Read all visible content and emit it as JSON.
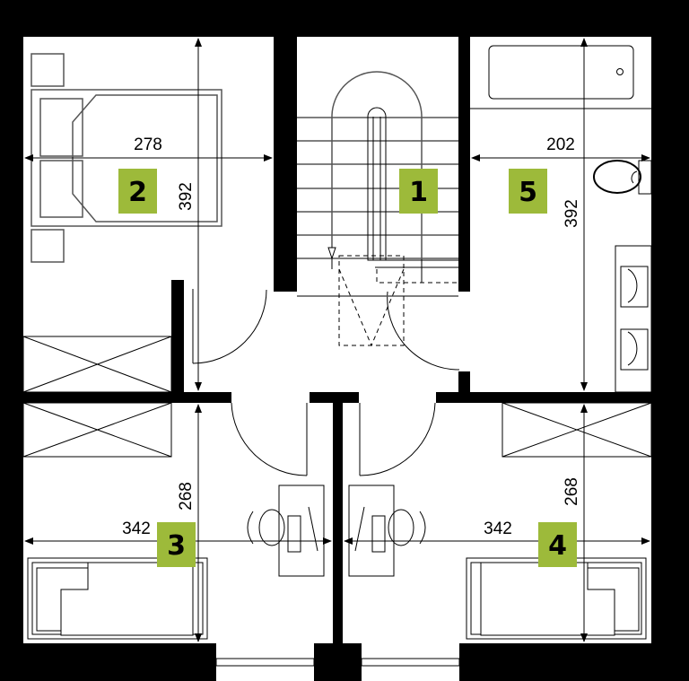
{
  "rooms": [
    {
      "number": "1"
    },
    {
      "number": "2"
    },
    {
      "number": "3"
    },
    {
      "number": "4"
    },
    {
      "number": "5"
    }
  ],
  "dimensions": {
    "room2_width": "278",
    "room2_length": "392",
    "room5_width": "202",
    "room5_length": "392",
    "room3_width": "342",
    "room3_length": "268",
    "room4_width": "342",
    "room4_length": "268"
  },
  "colors": {
    "label_bg": "#9dba3a",
    "wall": "#000000"
  }
}
